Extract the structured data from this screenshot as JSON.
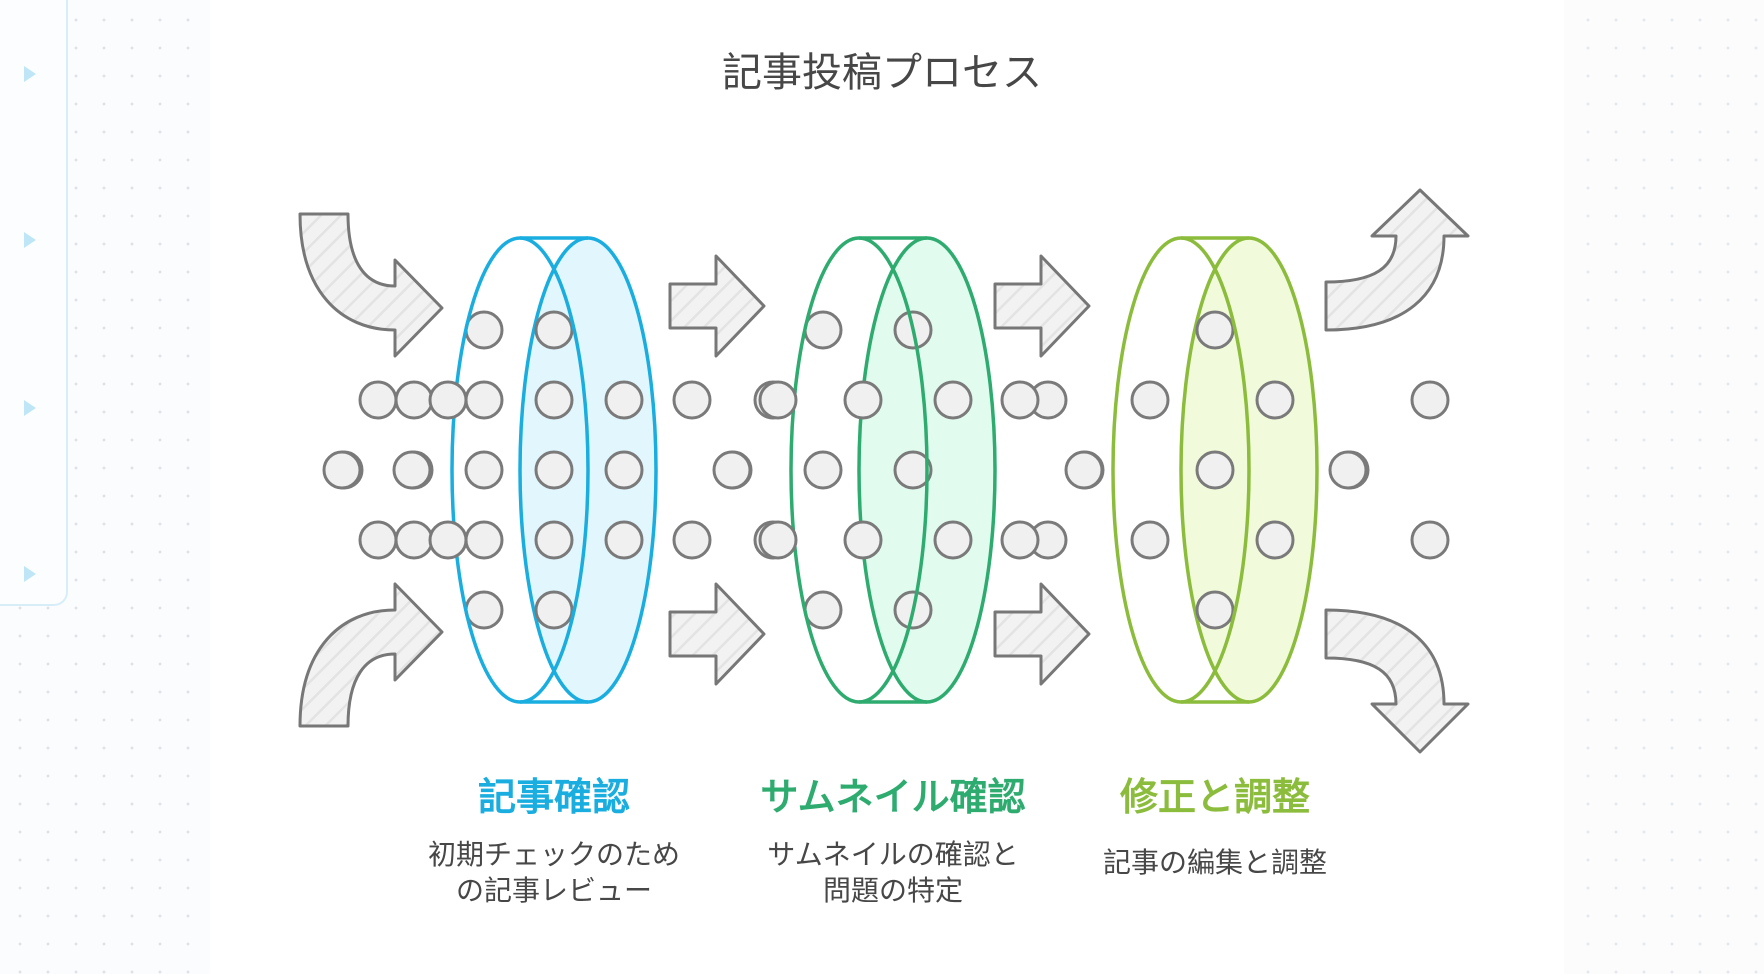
{
  "title": "記事投稿プロセス",
  "stages": [
    {
      "title": "記事確認",
      "desc_lines": [
        "初期チェックのため",
        "の記事レビュー"
      ],
      "color": "#1aaddf",
      "fill": "#e2f6fe",
      "dots": [
        [
          -70,
          -140
        ],
        [
          0,
          -140
        ],
        [
          -140,
          -70
        ],
        [
          -70,
          -70
        ],
        [
          0,
          -70
        ],
        [
          70,
          -70
        ],
        [
          -210,
          0
        ],
        [
          -140,
          0
        ],
        [
          -70,
          0
        ],
        [
          0,
          0
        ],
        [
          70,
          0
        ],
        [
          -140,
          70
        ],
        [
          -70,
          70
        ],
        [
          0,
          70
        ],
        [
          70,
          70
        ],
        [
          -70,
          140
        ],
        [
          0,
          140
        ]
      ]
    },
    {
      "title": "サムネイル確認",
      "desc_lines": [
        "サムネイルの確認と",
        "問題の特定"
      ],
      "color": "#2eab6f",
      "fill": "#e2fbef",
      "dots": [
        [
          -70,
          -140
        ],
        [
          20,
          -140
        ],
        [
          -120,
          -70
        ],
        [
          -30,
          -70
        ],
        [
          60,
          -70
        ],
        [
          155,
          -70
        ],
        [
          -160,
          0
        ],
        [
          -70,
          0
        ],
        [
          20,
          0
        ],
        [
          -120,
          70
        ],
        [
          -30,
          70
        ],
        [
          60,
          70
        ],
        [
          155,
          70
        ],
        [
          -70,
          140
        ],
        [
          20,
          140
        ]
      ]
    },
    {
      "title": "修正と調整",
      "desc_lines": [
        "記事の編集と調整"
      ],
      "color": "#8cbc3c",
      "fill": "#f1fbdc",
      "dots": [
        [
          0,
          -140
        ],
        [
          -65,
          -70
        ],
        [
          60,
          -70
        ],
        [
          -130,
          0
        ],
        [
          0,
          0
        ],
        [
          135,
          0
        ],
        [
          -65,
          70
        ],
        [
          60,
          70
        ],
        [
          0,
          140
        ],
        [
          215,
          -70
        ],
        [
          215,
          70
        ]
      ]
    }
  ],
  "chart_data": {
    "type": "diagram",
    "title": "記事投稿プロセス",
    "stages": [
      "記事確認",
      "サムネイル確認",
      "修正と調整"
    ],
    "descriptions": [
      "初期チェックのための記事レビュー",
      "サムネイルの確認と問題の特定",
      "記事の編集と調整"
    ]
  },
  "icons": {
    "left_panel": "side-panel-triangle-icon",
    "arrow": "arrow-right-icon",
    "curved_in": "curved-arrow-in-icon",
    "curved_out": "curved-arrow-out-icon",
    "dot": "circle-dot-icon",
    "filter": "ring-filter-icon"
  },
  "colors": {
    "arrow_fill": "#f2f2f2",
    "arrow_stroke": "#777777",
    "dot_fill": "#f0f0f0",
    "dot_stroke": "#7a7a7a",
    "text": "#474747"
  }
}
